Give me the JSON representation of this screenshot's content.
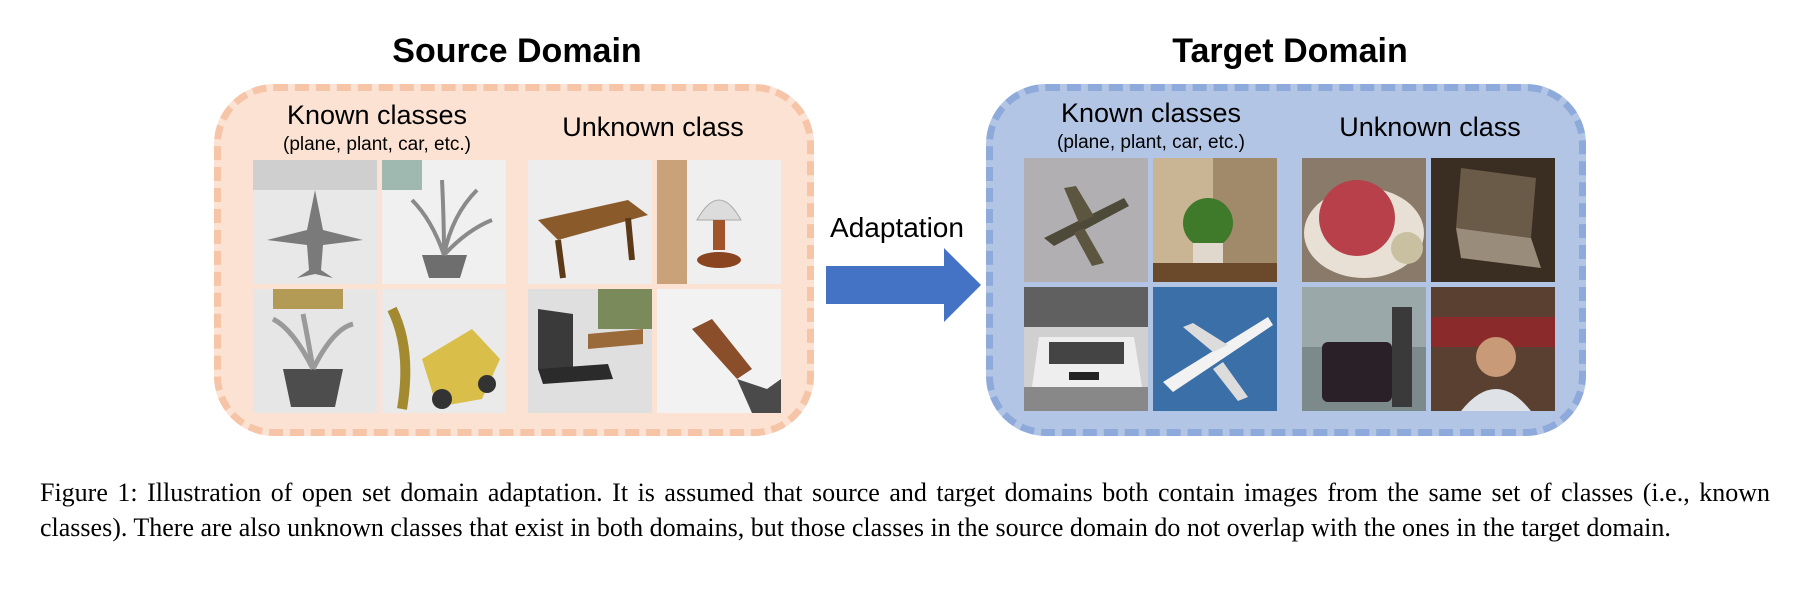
{
  "source": {
    "title": "Source Domain",
    "known_label": "Known classes",
    "known_sub": "(plane, plant, car, etc.)",
    "unknown_label": "Unknown class",
    "images": [
      "plane-render",
      "plant-render",
      "table-render",
      "lamp-render",
      "potted-plant-render",
      "car-render",
      "chair-render",
      "object-render"
    ]
  },
  "target": {
    "title": "Target Domain",
    "known_label": "Known classes",
    "known_sub": "(plane, plant, car, etc.)",
    "unknown_label": "Unknown class",
    "images": [
      "plane-photo",
      "plant-photo",
      "apple-photo",
      "laptop-photo",
      "car-photo",
      "airliner-photo",
      "luggage-photo",
      "person-photo"
    ]
  },
  "arrow": {
    "label": "Adaptation"
  },
  "colors": {
    "source_fill": "#fbe2d3",
    "source_border": "#f6c4a6",
    "target_fill": "#b3c5e5",
    "target_border": "#8eaadb",
    "arrow": "#4472c4"
  },
  "caption": "Figure 1: Illustration of open set domain adaptation. It is assumed that source and target domains both contain images from the same set of classes (i.e., known classes). There are also unknown classes that exist in both domains, but those classes in the source domain do not overlap with the ones in the target domain."
}
